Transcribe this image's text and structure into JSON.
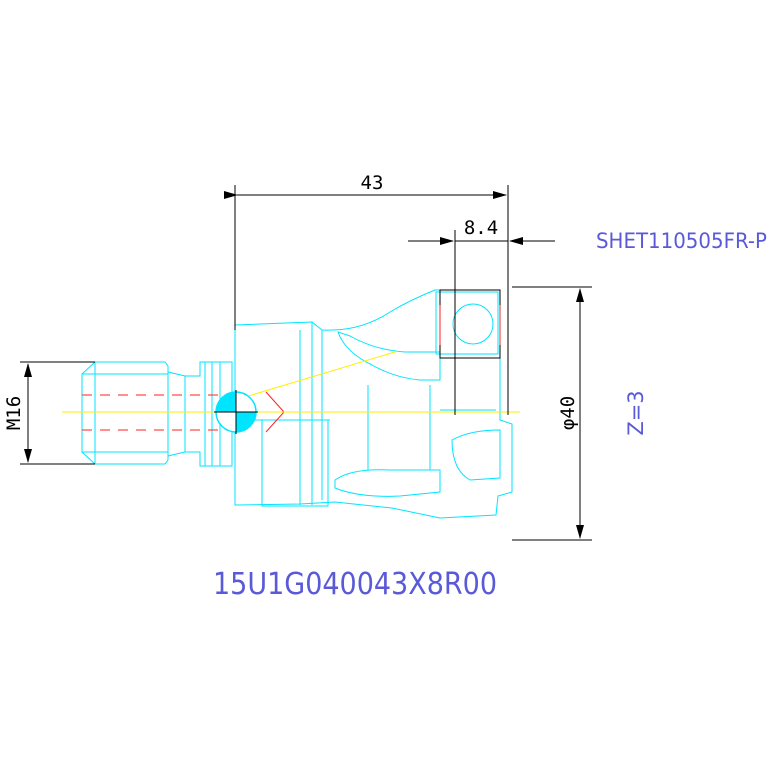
{
  "dimensions": {
    "overall_length": "43",
    "width_small": "8.4",
    "shank_thread": "M16",
    "cutter_diameter": "φ40"
  },
  "labels": {
    "insert_code": "SHET110505FR-P",
    "teeth_count": "Z=3",
    "part_number": "15U1G040043X8R00"
  },
  "colors": {
    "outline": "#00e5ff",
    "dimension": "#000000",
    "hidden_line": "#ff2020",
    "center_line": "#ffee00",
    "label_text": "#5a5ad8"
  }
}
